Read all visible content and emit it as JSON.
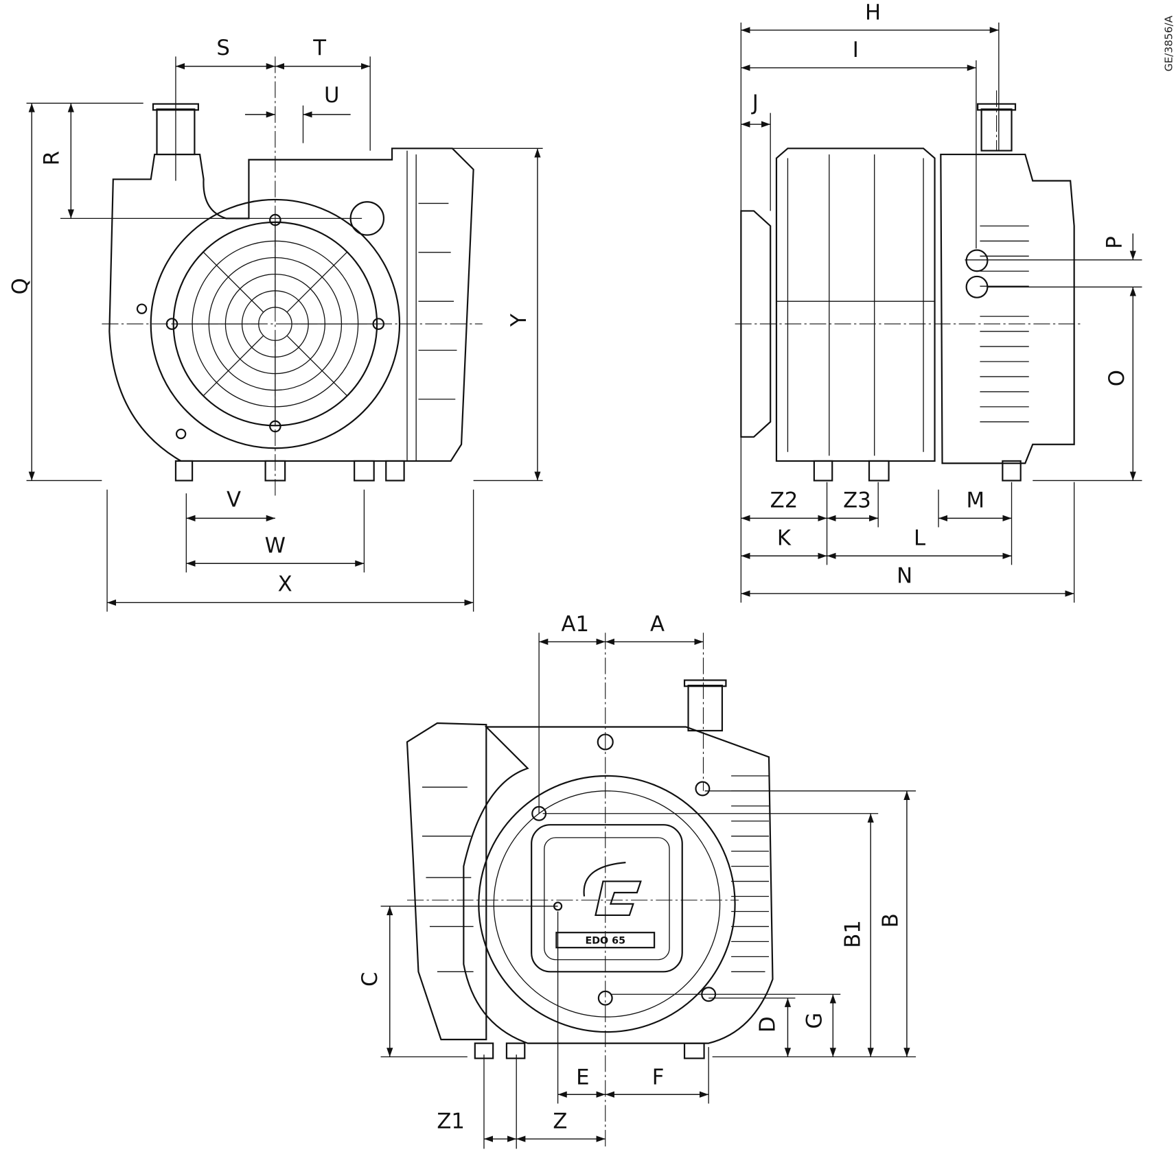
{
  "drawing_id": "GE/3856/A",
  "model_label": "EDO 65",
  "dimensions": {
    "S": "S",
    "T": "T",
    "U": "U",
    "Q": "Q",
    "R": "R",
    "Y": "Y",
    "V": "V",
    "W": "W",
    "X": "X",
    "H": "H",
    "I": "I",
    "J": "J",
    "P": "P",
    "O": "O",
    "Z2": "Z2",
    "Z3": "Z3",
    "M": "M",
    "K": "K",
    "L": "L",
    "N": "N",
    "A1": "A1",
    "A": "A",
    "C": "C",
    "D": "D",
    "G": "G",
    "B1": "B1",
    "B": "B",
    "E": "E",
    "F": "F",
    "Z": "Z",
    "Z1": "Z1"
  }
}
